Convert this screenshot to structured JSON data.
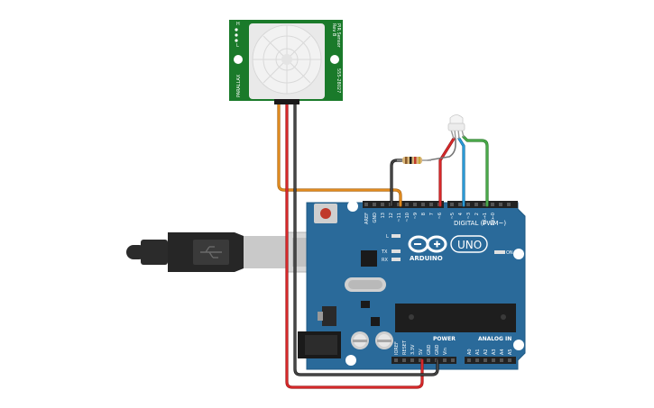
{
  "pir": {
    "left_labels": [
      "PARALLAX"
    ],
    "right_labels": [
      "PIR Sensor",
      "Rev B",
      "555-28027"
    ],
    "pins": [
      "L",
      "H"
    ]
  },
  "arduino": {
    "brand": "ARDUINO",
    "model": "UNO",
    "digital_label": "DIGITAL (PWM~)",
    "power_label": "POWER",
    "analog_label": "ANALOG IN",
    "on_label": "ON",
    "led_l": "L",
    "led_tx": "TX",
    "led_rx": "RX",
    "top_pins": [
      "AREF",
      "GND",
      "13",
      "12",
      "~11",
      "~10",
      "~9",
      "8",
      "7",
      "~6",
      "~5",
      "4",
      "~3",
      "2",
      "TX→1",
      "RX←0"
    ],
    "power_pins": [
      "IOREF",
      "RESET",
      "3.3V",
      "5V",
      "GND",
      "GND",
      "Vin"
    ],
    "analog_pins": [
      "A0",
      "A1",
      "A2",
      "A3",
      "A4",
      "A5"
    ]
  },
  "colors": {
    "board": "#2a6a9a",
    "board_dark": "#235a84",
    "pir_board": "#1a7a2a",
    "wire_orange": "#e08a1e",
    "wire_red": "#d6282a",
    "wire_black": "#333333",
    "wire_blue": "#2a9ad6",
    "wire_green": "#4aa84a",
    "usb": "#2b2b2b"
  },
  "icons": [
    "usb-cable-icon",
    "rgb-led-icon",
    "resistor-icon",
    "reset-button-icon",
    "arduino-infinity-logo-icon"
  ]
}
